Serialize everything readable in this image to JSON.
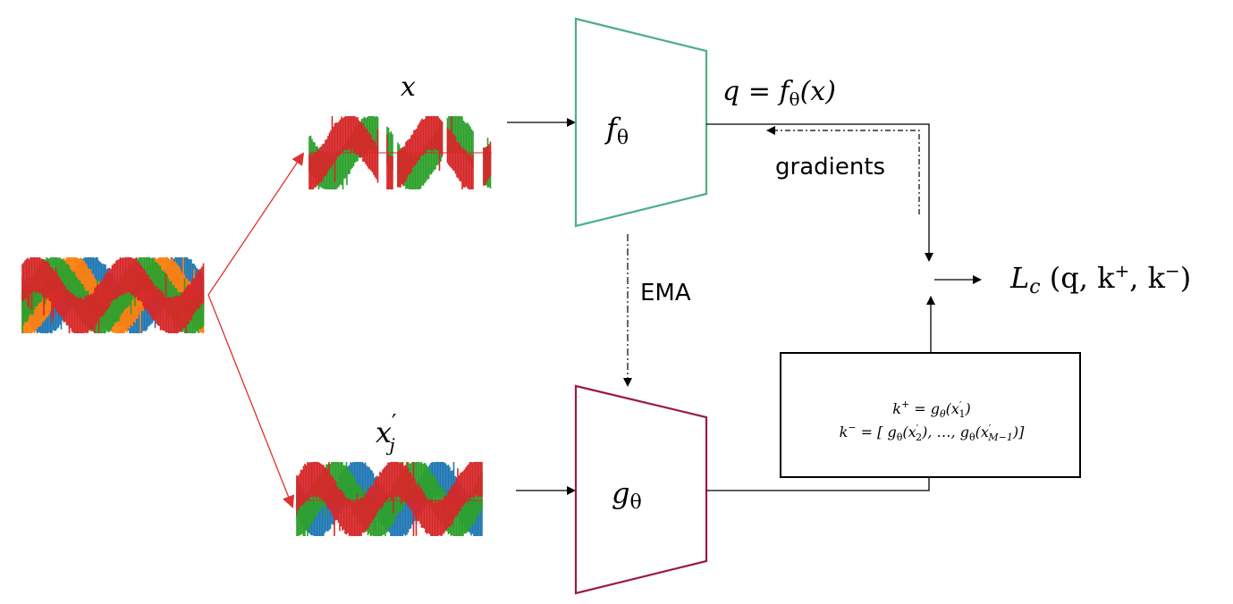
{
  "labels": {
    "input_view_x": "x",
    "input_view_xj_base": "x",
    "input_view_xj_prime": "′",
    "input_view_xj_sub": "j",
    "encoder_f_base": "f",
    "encoder_f_sub": "θ",
    "encoder_g_base": "g",
    "encoder_g_sub": "θ",
    "q_output_lhs": "q",
    "q_output_eq": " = ",
    "q_output_f": "f",
    "q_output_sub": "θ",
    "q_output_arg": "(x)",
    "gradients": "gradients",
    "ema": "EMA",
    "loss_base": "L",
    "loss_sub": "c",
    "loss_args": " (q, k",
    "loss_plus": "+",
    "loss_sep": ", k",
    "loss_minus": "−",
    "loss_close": ")",
    "kplus_line": {
      "k": "k",
      "sup": "+",
      "eq": " = g",
      "sub": "θ",
      "arg_open": "(x",
      "arg_prime": "′",
      "arg_sub": "1",
      "arg_close": ")"
    },
    "kminus_line": {
      "k": "k",
      "sup": "−",
      "eq": " = [ g",
      "sub1": "θ",
      "arg1_open": "(x",
      "arg1_prime": "′",
      "arg1_sub": "2",
      "mid": "), …, g",
      "sub2": "θ",
      "arg2_open": "(x",
      "arg2_prime": "′",
      "arg2_sub": "M−1",
      "close": ")]"
    }
  },
  "colors": {
    "encoder_f_stroke": "#4caf84",
    "encoder_g_stroke": "#9b1b45",
    "augment_arrows": "#e03030",
    "signal_red": "#d62728",
    "signal_green": "#2ca02c",
    "signal_orange": "#ff7f0e",
    "signal_blue": "#1f77b4",
    "line": "#000000"
  },
  "signals": {
    "original": [
      "blue",
      "orange",
      "green",
      "red"
    ],
    "view_x": [
      "green",
      "red"
    ],
    "view_xj": [
      "blue",
      "green",
      "red"
    ]
  }
}
